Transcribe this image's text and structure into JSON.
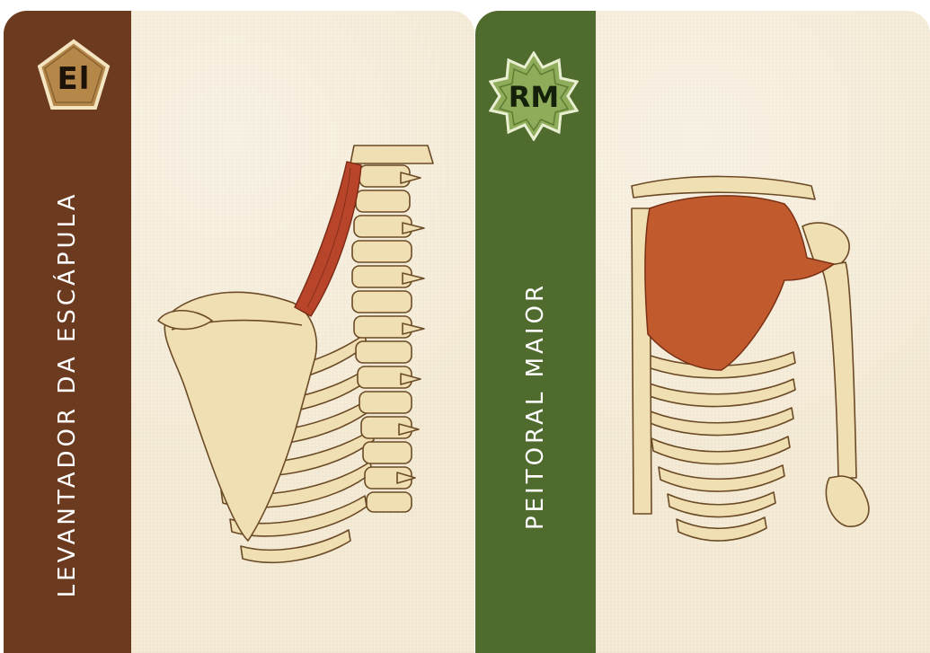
{
  "cards": [
    {
      "badge": "El",
      "title": "LEVANTADOR DA ESCÁPULA",
      "icon": "skeleton-levator-scapulae-illustration",
      "colors": {
        "sidebar": "#6b3a1f",
        "badge": "#b5884a",
        "muscle": "#b8452a",
        "bone": "#f0dfb3"
      }
    },
    {
      "badge": "RM",
      "title": "PEITORAL MAIOR",
      "icon": "skeleton-pectoralis-major-illustration",
      "colors": {
        "sidebar": "#4f6b2e",
        "badge": "#8fac5a",
        "muscle": "#c15a2c",
        "bone": "#f0dfb3"
      }
    }
  ]
}
